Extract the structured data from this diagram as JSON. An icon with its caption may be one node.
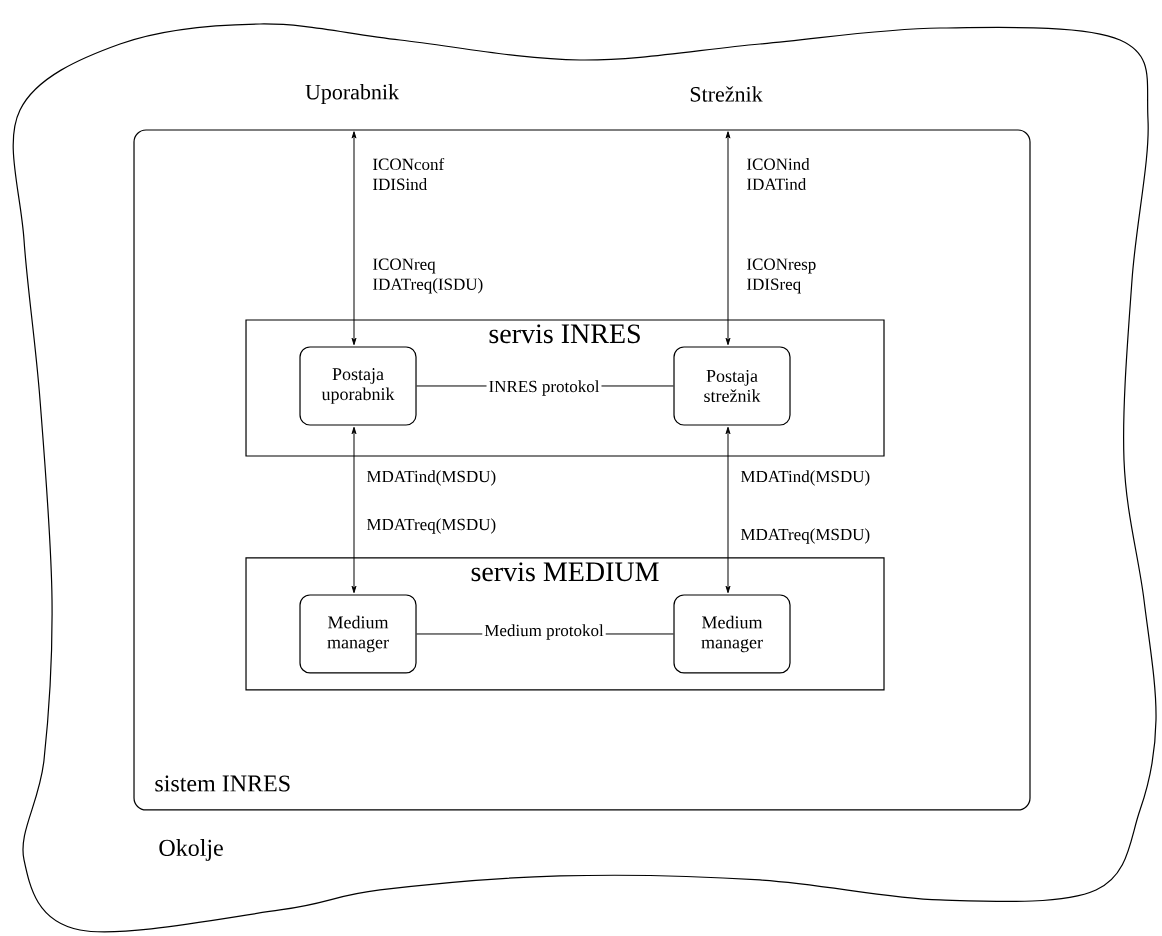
{
  "diagram": {
    "nodes": [
      {
        "text": [
          "Okolje"
        ]
      },
      {
        "text": [
          "sistem INRES"
        ],
        "in": 0
      },
      {
        "text": [
          "Uporabnik"
        ],
        "in": 0
      },
      {
        "text": [
          "Strežnik"
        ],
        "in": 0
      },
      {
        "text": [
          "servis INRES"
        ],
        "in": 1
      },
      {
        "text": [
          "Postaja uporabnik"
        ],
        "in": 4
      },
      {
        "text": [
          "Postaja strežnik"
        ],
        "in": 4
      },
      {
        "text": [
          "servis MEDIUM"
        ],
        "in": 1
      },
      {
        "text": [
          "Medium manager"
        ],
        "in": 7
      },
      {
        "text": [
          "Medium manager"
        ],
        "in": 7
      }
    ],
    "edges": [
      {
        "from": 2,
        "to": 5,
        "arrow": "both",
        "label": "ICONconf IDISind"
      },
      {
        "from": 3,
        "to": 6,
        "arrow": "both",
        "label": "ICONind IDATind"
      },
      {
        "from": 5,
        "to": 6,
        "arrow": "none",
        "label": "INRES protokol"
      },
      {
        "from": 5,
        "to": 8,
        "arrow": "both",
        "label": "MDATind(MSDU)"
      },
      {
        "from": 6,
        "to": 9,
        "arrow": "both",
        "label": "MDATind(MSDU)"
      },
      {
        "from": 8,
        "to": 9,
        "arrow": "none",
        "label": "Medium protokol"
      }
    ],
    "labels": [
      "ICONreq IDATreq(ISDU)",
      "ICONresp IDISreq",
      "MDATreq(MSDU)",
      "MDATreq(MSDU)"
    ]
  }
}
